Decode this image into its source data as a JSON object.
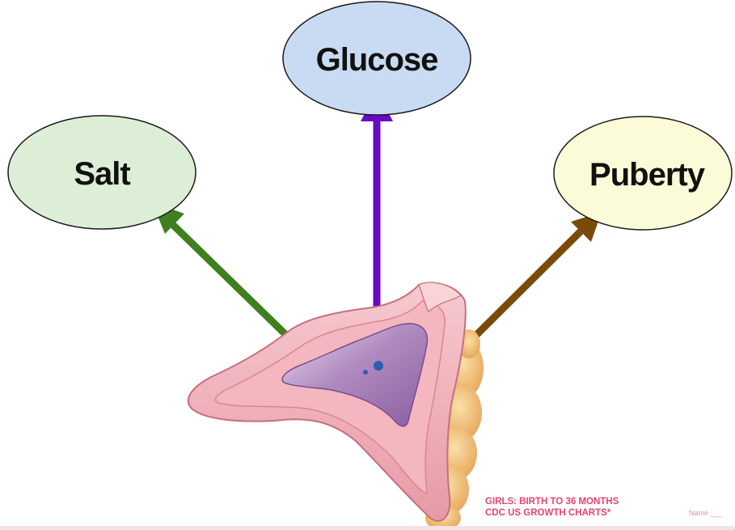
{
  "nodes": {
    "glucose": {
      "label": "Glucose",
      "fill": "#c9dbf3",
      "arrow_color": "#6b08c4"
    },
    "salt": {
      "label": "Salt",
      "fill": "#dcefd6",
      "arrow_color": "#3f7f1f"
    },
    "puberty": {
      "label": "Puberty",
      "fill": "#fbfbd8",
      "arrow_color": "#7a4b08"
    }
  },
  "footer": {
    "line1": "GIRLS: BIRTH TO 36 MONTHS",
    "line2": "CDC US GROWTH CHARTS*",
    "name_field": "Name ___"
  },
  "illustration": "adrenal-gland"
}
